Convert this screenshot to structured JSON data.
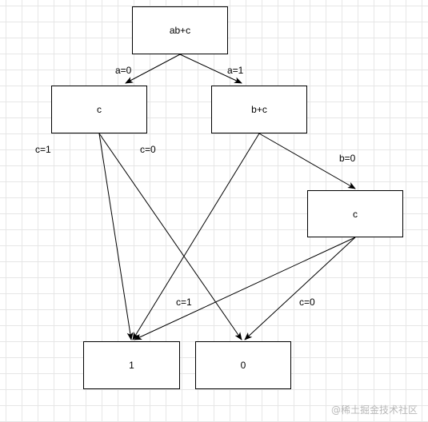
{
  "nodes": {
    "root": "ab+c",
    "left": "c",
    "middle": "b+c",
    "right": "c",
    "one": "1",
    "zero": "0"
  },
  "edge_labels": {
    "a0": "a=0",
    "a1": "a=1",
    "left_c1": "c=1",
    "left_c0": "c=0",
    "b0": "b=0",
    "right_c1": "c=1",
    "right_c0": "c=0"
  },
  "watermark": "@稀土掘金技术社区"
}
